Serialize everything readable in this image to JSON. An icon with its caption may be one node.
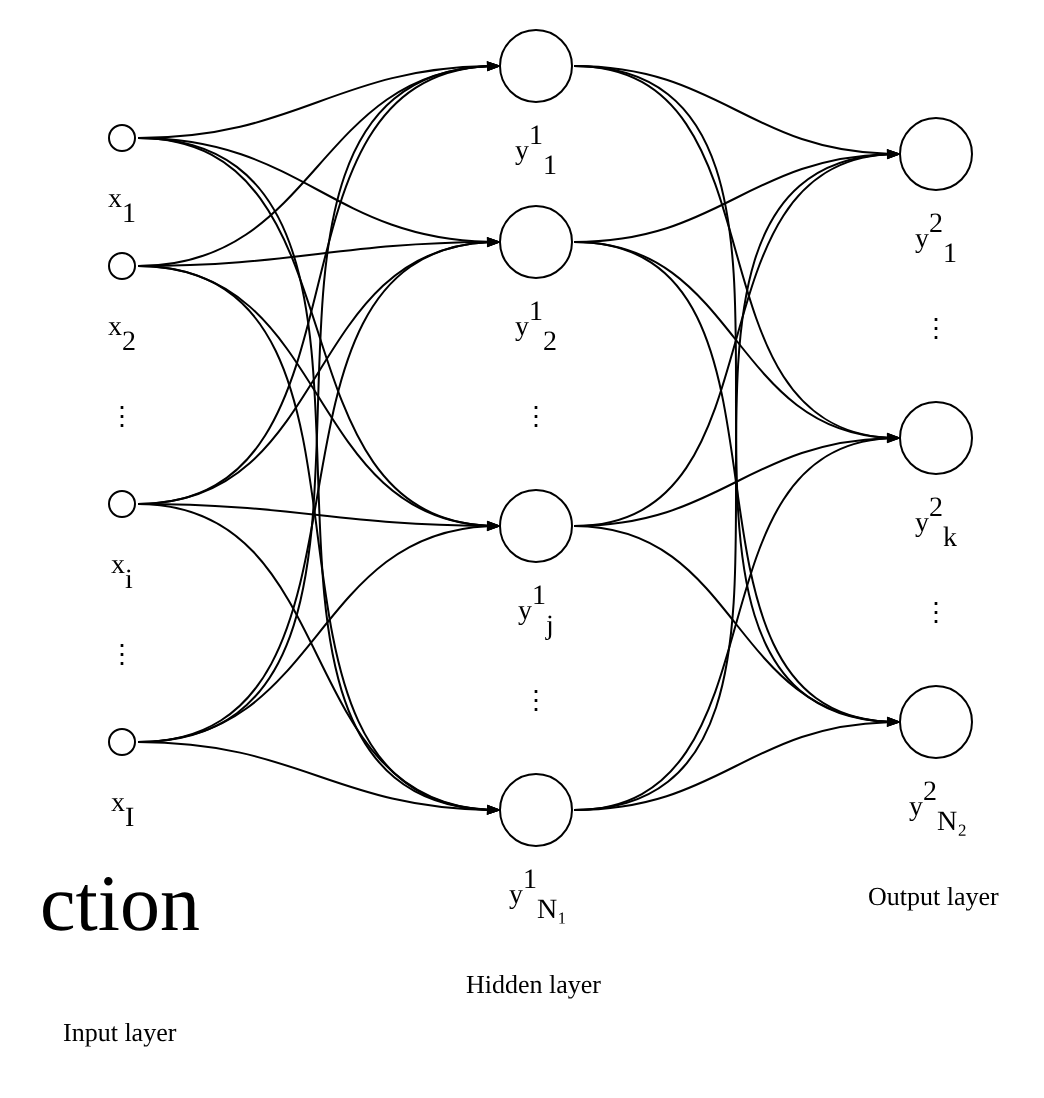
{
  "diagram": {
    "nodes": [
      {
        "text": [],
        "shape": "circle",
        "beside": [
          "x$_{1}$"
        ]
      },
      {
        "text": [],
        "shape": "circle",
        "beside": [
          "x$_{2}$"
        ]
      },
      {
        "text": [],
        "shape": "circle",
        "beside": [
          "x$_{i}$"
        ]
      },
      {
        "text": [],
        "shape": "circle",
        "beside": [
          "x$_{I}$"
        ]
      },
      {
        "text": [],
        "shape": "circle",
        "beside": [
          "y$^{1}$$_{1}$"
        ]
      },
      {
        "text": [],
        "shape": "circle",
        "beside": [
          "y$^{1}$$_{2}$"
        ]
      },
      {
        "text": [],
        "shape": "circle",
        "beside": [
          "y$^{1}$$_{j}$"
        ]
      },
      {
        "text": [],
        "shape": "circle",
        "beside": [
          "y$^{1}$$_{N₁}$"
        ]
      },
      {
        "text": [],
        "shape": "circle",
        "beside": [
          "y$^{2}$$_{1}$"
        ]
      },
      {
        "text": [],
        "shape": "circle",
        "beside": [
          "y$^{2}$$_{k}$"
        ]
      },
      {
        "text": [],
        "shape": "circle",
        "beside": [
          "y$^{2}$$_{N₂}$"
        ]
      }
    ],
    "edges": [
      {
        "from": 0,
        "to": 4,
        "arrow": "to"
      },
      {
        "from": 0,
        "to": 5,
        "arrow": "to"
      },
      {
        "from": 0,
        "to": 6,
        "arrow": "to"
      },
      {
        "from": 0,
        "to": 7,
        "arrow": "to"
      },
      {
        "from": 1,
        "to": 4,
        "arrow": "to"
      },
      {
        "from": 1,
        "to": 5,
        "arrow": "to"
      },
      {
        "from": 1,
        "to": 6,
        "arrow": "to"
      },
      {
        "from": 1,
        "to": 7,
        "arrow": "to"
      },
      {
        "from": 2,
        "to": 4,
        "arrow": "to"
      },
      {
        "from": 2,
        "to": 5,
        "arrow": "to"
      },
      {
        "from": 2,
        "to": 6,
        "arrow": "to"
      },
      {
        "from": 2,
        "to": 7,
        "arrow": "to"
      },
      {
        "from": 3,
        "to": 4,
        "arrow": "to"
      },
      {
        "from": 3,
        "to": 5,
        "arrow": "to"
      },
      {
        "from": 3,
        "to": 6,
        "arrow": "to"
      },
      {
        "from": 3,
        "to": 7,
        "arrow": "to"
      },
      {
        "from": 4,
        "to": 8,
        "arrow": "to"
      },
      {
        "from": 4,
        "to": 9,
        "arrow": "to"
      },
      {
        "from": 4,
        "to": 10,
        "arrow": "to"
      },
      {
        "from": 5,
        "to": 8,
        "arrow": "to"
      },
      {
        "from": 5,
        "to": 9,
        "arrow": "to"
      },
      {
        "from": 5,
        "to": 10,
        "arrow": "to"
      },
      {
        "from": 6,
        "to": 8,
        "arrow": "to"
      },
      {
        "from": 6,
        "to": 9,
        "arrow": "to"
      },
      {
        "from": 6,
        "to": 10,
        "arrow": "to"
      },
      {
        "from": 7,
        "to": 8,
        "arrow": "to"
      },
      {
        "from": 7,
        "to": 9,
        "arrow": "to"
      },
      {
        "from": 7,
        "to": 10,
        "arrow": "to"
      }
    ],
    "labels": [
      "⋮",
      "⋮",
      "⋮",
      "⋮",
      "⋮",
      "⋮",
      "ction",
      "Input layer",
      "Hidden layer",
      "Output layer"
    ]
  }
}
